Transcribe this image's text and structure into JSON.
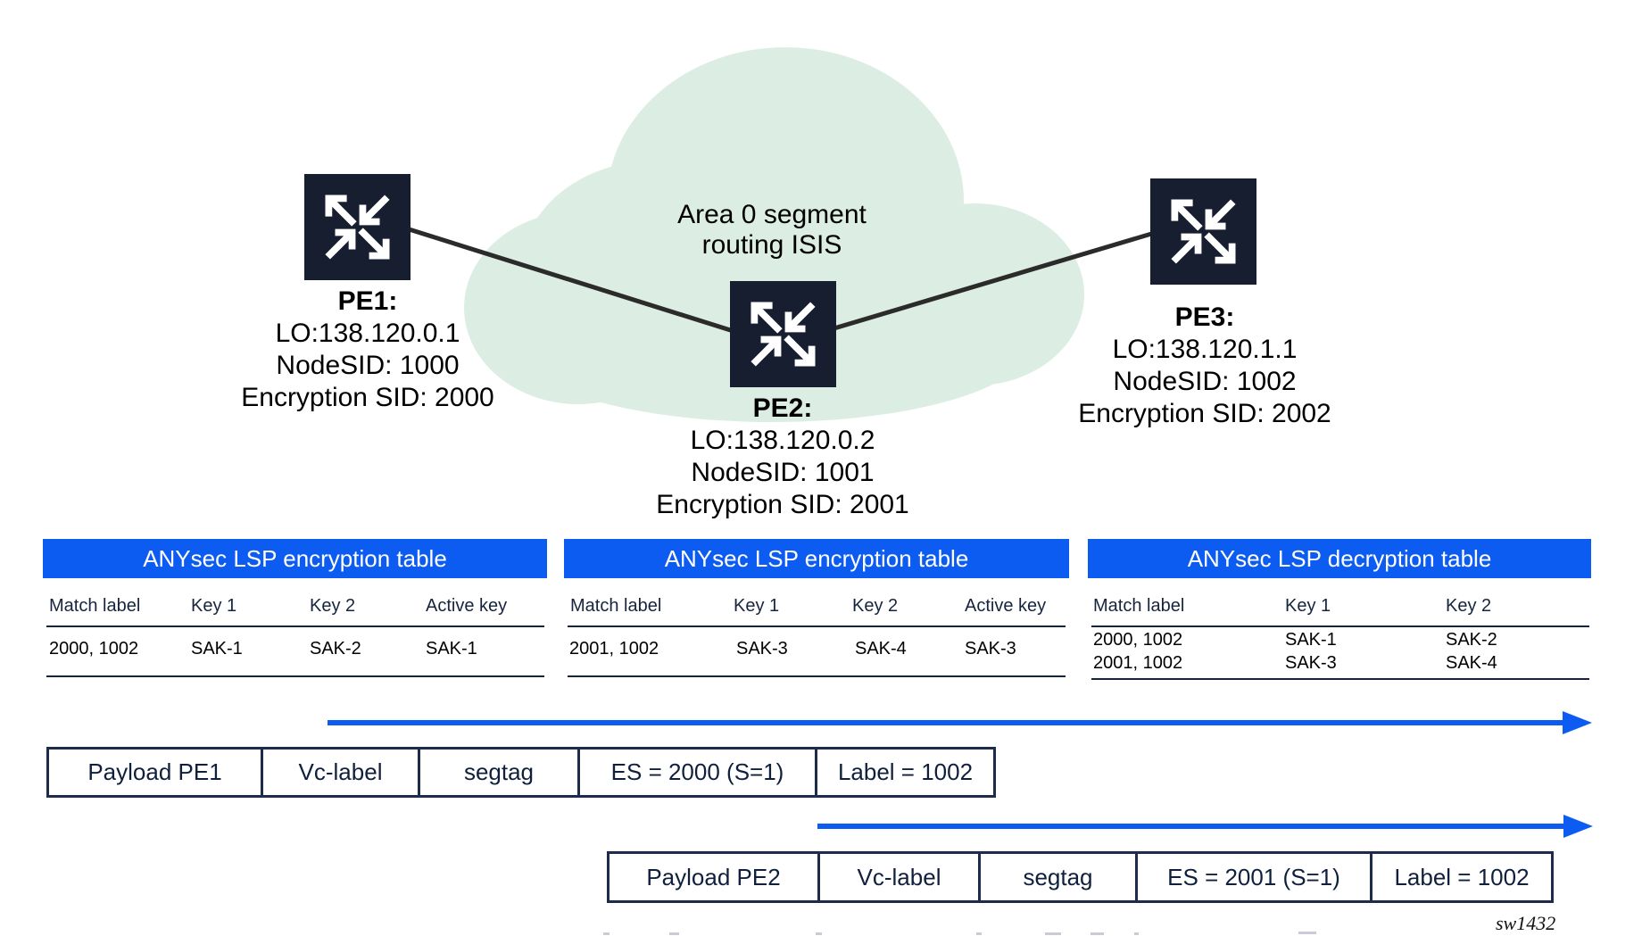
{
  "diagram": {
    "cloud_label": {
      "line1": "Area 0 segment",
      "line2": "routing ISIS"
    },
    "routers": [
      {
        "name": "PE1:",
        "lo": "LO:138.120.0.1",
        "node_sid": "NodeSID: 1000",
        "encryption_sid": "Encryption SID: 2000"
      },
      {
        "name": "PE2:",
        "lo": "LO:138.120.0.2",
        "node_sid": "NodeSID: 1001",
        "encryption_sid": "Encryption SID: 2001"
      },
      {
        "name": "PE3:",
        "lo": "LO:138.120.1.1",
        "node_sid": "NodeSID: 1002",
        "encryption_sid": "Encryption SID: 2002"
      }
    ],
    "icons": {
      "router": "four-diagonal-arrows"
    }
  },
  "tables": [
    {
      "title": "ANYsec LSP encryption table",
      "headers": [
        "Match label",
        "Key 1",
        "Key 2",
        "Active key"
      ],
      "rows": [
        [
          "2000, 1002",
          "SAK-1",
          "SAK-2",
          "SAK-1"
        ]
      ]
    },
    {
      "title": "ANYsec LSP encryption table",
      "headers": [
        "Match label",
        "Key 1",
        "Key 2",
        "Active key"
      ],
      "rows": [
        [
          "2001, 1002",
          "SAK-3",
          "SAK-4",
          "SAK-3"
        ]
      ]
    },
    {
      "title": "ANYsec LSP decryption table",
      "headers": [
        "Match label",
        "Key 1",
        "Key 2"
      ],
      "rows": [
        [
          "2000, 1002",
          "SAK-1",
          "SAK-2"
        ],
        [
          "2001, 1002",
          "SAK-3",
          "SAK-4"
        ]
      ]
    }
  ],
  "packets": [
    {
      "cells": [
        "Payload PE1",
        "Vc-label",
        "segtag",
        "ES = 2000 (S=1)",
        "Label = 1002"
      ]
    },
    {
      "cells": [
        "Payload PE2",
        "Vc-label",
        "segtag",
        "ES = 2001 (S=1)",
        "Label = 1002"
      ]
    }
  ],
  "watermark": "sw1432",
  "colors": {
    "accent_blue": "#0d5cf2",
    "cloud_green": "#dceee3",
    "icon_navy": "#171e30",
    "table_text_navy": "#16243e"
  }
}
